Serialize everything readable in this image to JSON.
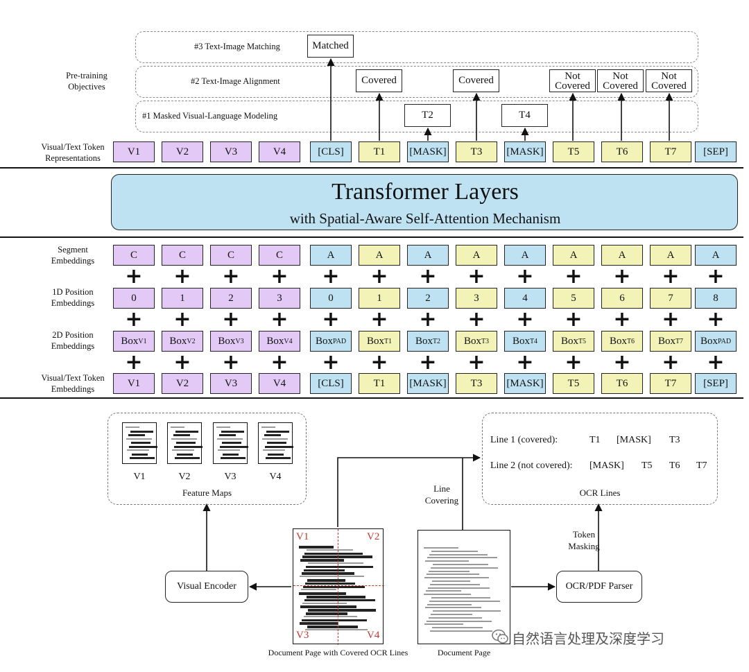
{
  "section_labels": {
    "pretraining": "Pre-training\nObjectives",
    "vt_repr": "Visual/Text Token\nRepresentations",
    "segment": "Segment\nEmbeddings",
    "pos1d": "1D Position\nEmbeddings",
    "pos2d": "2D Position\nEmbeddings",
    "vt_emb": "Visual/Text Token\nEmbeddings"
  },
  "objectives": [
    {
      "label": "#3 Text-Image Matching"
    },
    {
      "label": "#2 Text-Image Alignment"
    },
    {
      "label": "#1 Masked Visual-Language Modeling"
    }
  ],
  "obj_tokens": {
    "matched": "Matched",
    "covered": "Covered",
    "not_covered": "Not\nCovered",
    "t2": "T2",
    "t4": "T4"
  },
  "transformer": {
    "title": "Transformer Layers",
    "subtitle": "with Spatial-Aware Self-Attention Mechanism"
  },
  "tokens": [
    "V1",
    "V2",
    "V3",
    "V4",
    "[CLS]",
    "T1",
    "[MASK]",
    "T3",
    "[MASK]",
    "T5",
    "T6",
    "T7",
    "[SEP]"
  ],
  "segment": [
    "C",
    "C",
    "C",
    "C",
    "A",
    "A",
    "A",
    "A",
    "A",
    "A",
    "A",
    "A",
    "A"
  ],
  "pos1d": [
    "0",
    "1",
    "2",
    "3",
    "0",
    "1",
    "2",
    "3",
    "4",
    "5",
    "6",
    "7",
    "8"
  ],
  "pos2d": [
    {
      "base": "Box",
      "sub": "V1"
    },
    {
      "base": "Box",
      "sub": "V2"
    },
    {
      "base": "Box",
      "sub": "V3"
    },
    {
      "base": "Box",
      "sub": "V4"
    },
    {
      "base": "Box",
      "sub": "PAD"
    },
    {
      "base": "Box",
      "sub": "T1"
    },
    {
      "base": "Box",
      "sub": "T2"
    },
    {
      "base": "Box",
      "sub": "T3"
    },
    {
      "base": "Box",
      "sub": "T4"
    },
    {
      "base": "Box",
      "sub": "T5"
    },
    {
      "base": "Box",
      "sub": "T6"
    },
    {
      "base": "Box",
      "sub": "T7"
    },
    {
      "base": "Box",
      "sub": "PAD"
    }
  ],
  "token_colors": {
    "visual": "#e3c9f5",
    "text_yellow": "#f3f3b7",
    "text_blue": "#bfe2f2",
    "matched": "#c6e9b0",
    "covered": "#c6e9b0",
    "not_covered": "#f07f72"
  },
  "feature_maps": {
    "labels": [
      "V1",
      "V2",
      "V3",
      "V4"
    ],
    "caption": "Feature Maps"
  },
  "ocr": {
    "line1_label": "Line 1 (covered):",
    "line1_tokens": [
      "T1",
      "[MASK]",
      "T3"
    ],
    "line2_label": "Line 2 (not covered):",
    "line2_tokens": [
      "[MASK]",
      "T5",
      "T6",
      "T7"
    ],
    "caption": "OCR Lines"
  },
  "visual_encoder": "Visual Encoder",
  "ocr_parser": "OCR/PDF Parser",
  "line_covering": "Line\nCovering",
  "token_masking": "Token\nMasking",
  "doc_covered_caption": "Document Page with Covered OCR Lines",
  "doc_caption": "Document Page",
  "doc_corners": [
    "V1",
    "V2",
    "V3",
    "V4"
  ],
  "watermark": "自然语言处理及深度学习"
}
